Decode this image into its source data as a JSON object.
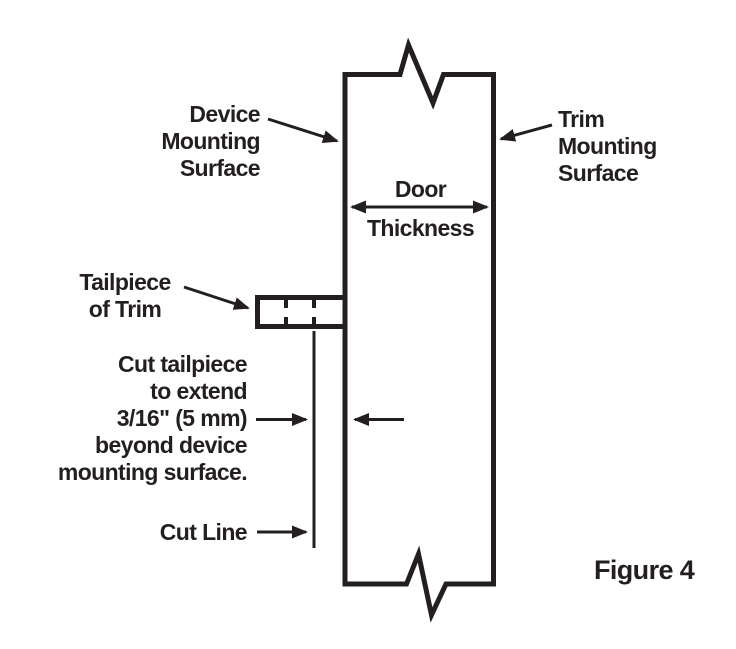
{
  "figure": {
    "labels": {
      "device_mounting": "Device\nMounting\nSurface",
      "trim_mounting": "Trim\nMounting\nSurface",
      "door_word": "Door",
      "thickness_word": "Thickness",
      "tailpiece": "Tailpiece\nof Trim",
      "cut_note": "Cut tailpiece\nto extend\n3/16\" (5 mm)\nbeyond device\nmounting surface.",
      "cut_line": "Cut Line",
      "figure_caption": "Figure 4"
    },
    "icons": {
      "door_cross_section": "door-with-break-lines",
      "tailpiece_part": "tailpiece-rectangle-with-dashed-score-lines",
      "cut_line_mark": "vertical-cut-line"
    },
    "colors": {
      "ink": "#231f20",
      "background": "#ffffff"
    }
  }
}
